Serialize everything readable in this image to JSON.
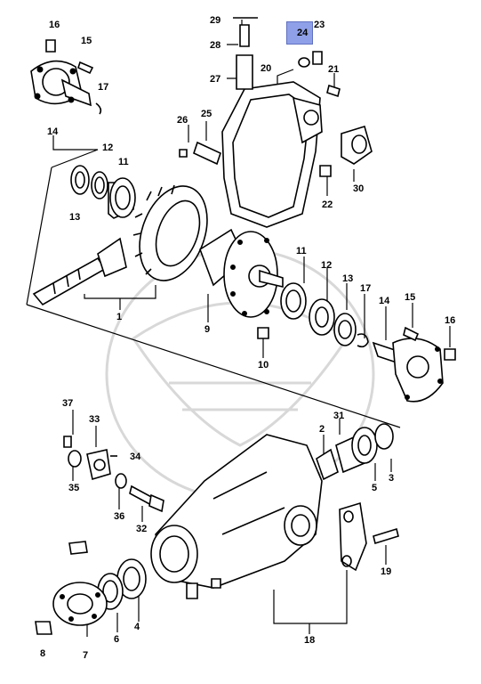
{
  "highlight": {
    "label": "24"
  },
  "callouts": [
    {
      "id": "16a",
      "text": "16"
    },
    {
      "id": "15a",
      "text": "15"
    },
    {
      "id": "17a",
      "text": "17"
    },
    {
      "id": "14a",
      "text": "14"
    },
    {
      "id": "12a",
      "text": "12"
    },
    {
      "id": "11a",
      "text": "11"
    },
    {
      "id": "13a",
      "text": "13"
    },
    {
      "id": "29",
      "text": "29"
    },
    {
      "id": "28",
      "text": "28"
    },
    {
      "id": "27",
      "text": "27"
    },
    {
      "id": "20",
      "text": "20"
    },
    {
      "id": "23",
      "text": "23"
    },
    {
      "id": "21",
      "text": "21"
    },
    {
      "id": "26",
      "text": "26"
    },
    {
      "id": "25",
      "text": "25"
    },
    {
      "id": "22",
      "text": "22"
    },
    {
      "id": "30",
      "text": "30"
    },
    {
      "id": "1",
      "text": "1"
    },
    {
      "id": "9",
      "text": "9"
    },
    {
      "id": "11b",
      "text": "11"
    },
    {
      "id": "12b",
      "text": "12"
    },
    {
      "id": "13b",
      "text": "13"
    },
    {
      "id": "17b",
      "text": "17"
    },
    {
      "id": "14b",
      "text": "14"
    },
    {
      "id": "15b",
      "text": "15"
    },
    {
      "id": "16b",
      "text": "16"
    },
    {
      "id": "10",
      "text": "10"
    },
    {
      "id": "37",
      "text": "37"
    },
    {
      "id": "33",
      "text": "33"
    },
    {
      "id": "34",
      "text": "34"
    },
    {
      "id": "35",
      "text": "35"
    },
    {
      "id": "36",
      "text": "36"
    },
    {
      "id": "32",
      "text": "32"
    },
    {
      "id": "2",
      "text": "2"
    },
    {
      "id": "31",
      "text": "31"
    },
    {
      "id": "5",
      "text": "5"
    },
    {
      "id": "3",
      "text": "3"
    },
    {
      "id": "19",
      "text": "19"
    },
    {
      "id": "18",
      "text": "18"
    },
    {
      "id": "8",
      "text": "8"
    },
    {
      "id": "7",
      "text": "7"
    },
    {
      "id": "6",
      "text": "6"
    },
    {
      "id": "4",
      "text": "4"
    }
  ]
}
